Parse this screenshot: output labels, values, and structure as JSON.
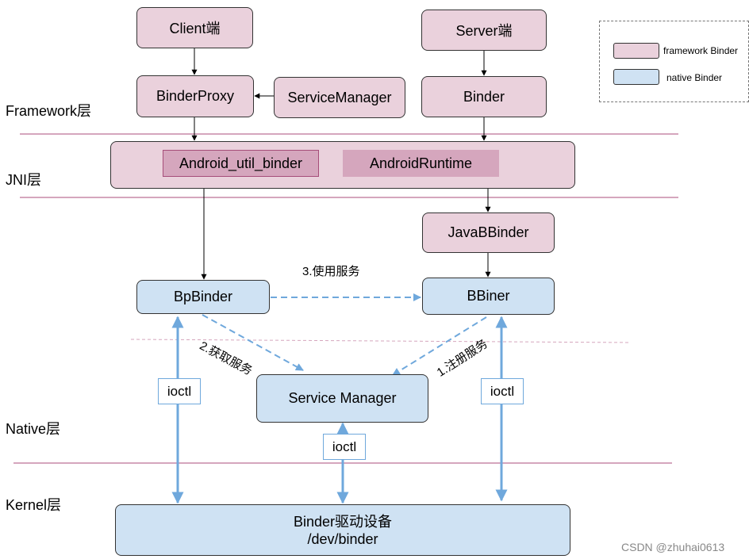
{
  "layers": {
    "framework": "Framework层",
    "jni": "JNI层",
    "native": "Native层",
    "kernel": "Kernel层"
  },
  "boxes": {
    "client": "Client端",
    "server": "Server端",
    "binder_proxy": "BinderProxy",
    "service_manager_fw": "ServiceManager",
    "binder": "Binder",
    "android_util_binder": "Android_util_binder",
    "android_runtime": "AndroidRuntime",
    "java_bbinder": "JavaBBinder",
    "bp_binder": "BpBinder",
    "bbiner": "BBiner",
    "service_manager_native": "Service Manager",
    "kernel_line1": "Binder驱动设备",
    "kernel_line2": "/dev/binder"
  },
  "labels": {
    "use_service": "3.使用服务",
    "get_service": "2.获取服务",
    "register_service": "1.注册服务",
    "ioctl_left": "ioctl",
    "ioctl_middle": "ioctl",
    "ioctl_right": "ioctl"
  },
  "legend": {
    "framework": "framework Binder",
    "native": "native Binder"
  },
  "colors": {
    "framework_fill": "#ead1dc",
    "native_fill": "#cfe2f3",
    "arrow_blue": "#6fa8dc",
    "layer_line": "#d5a6bd"
  },
  "watermark": "CSDN @zhuhai0613"
}
